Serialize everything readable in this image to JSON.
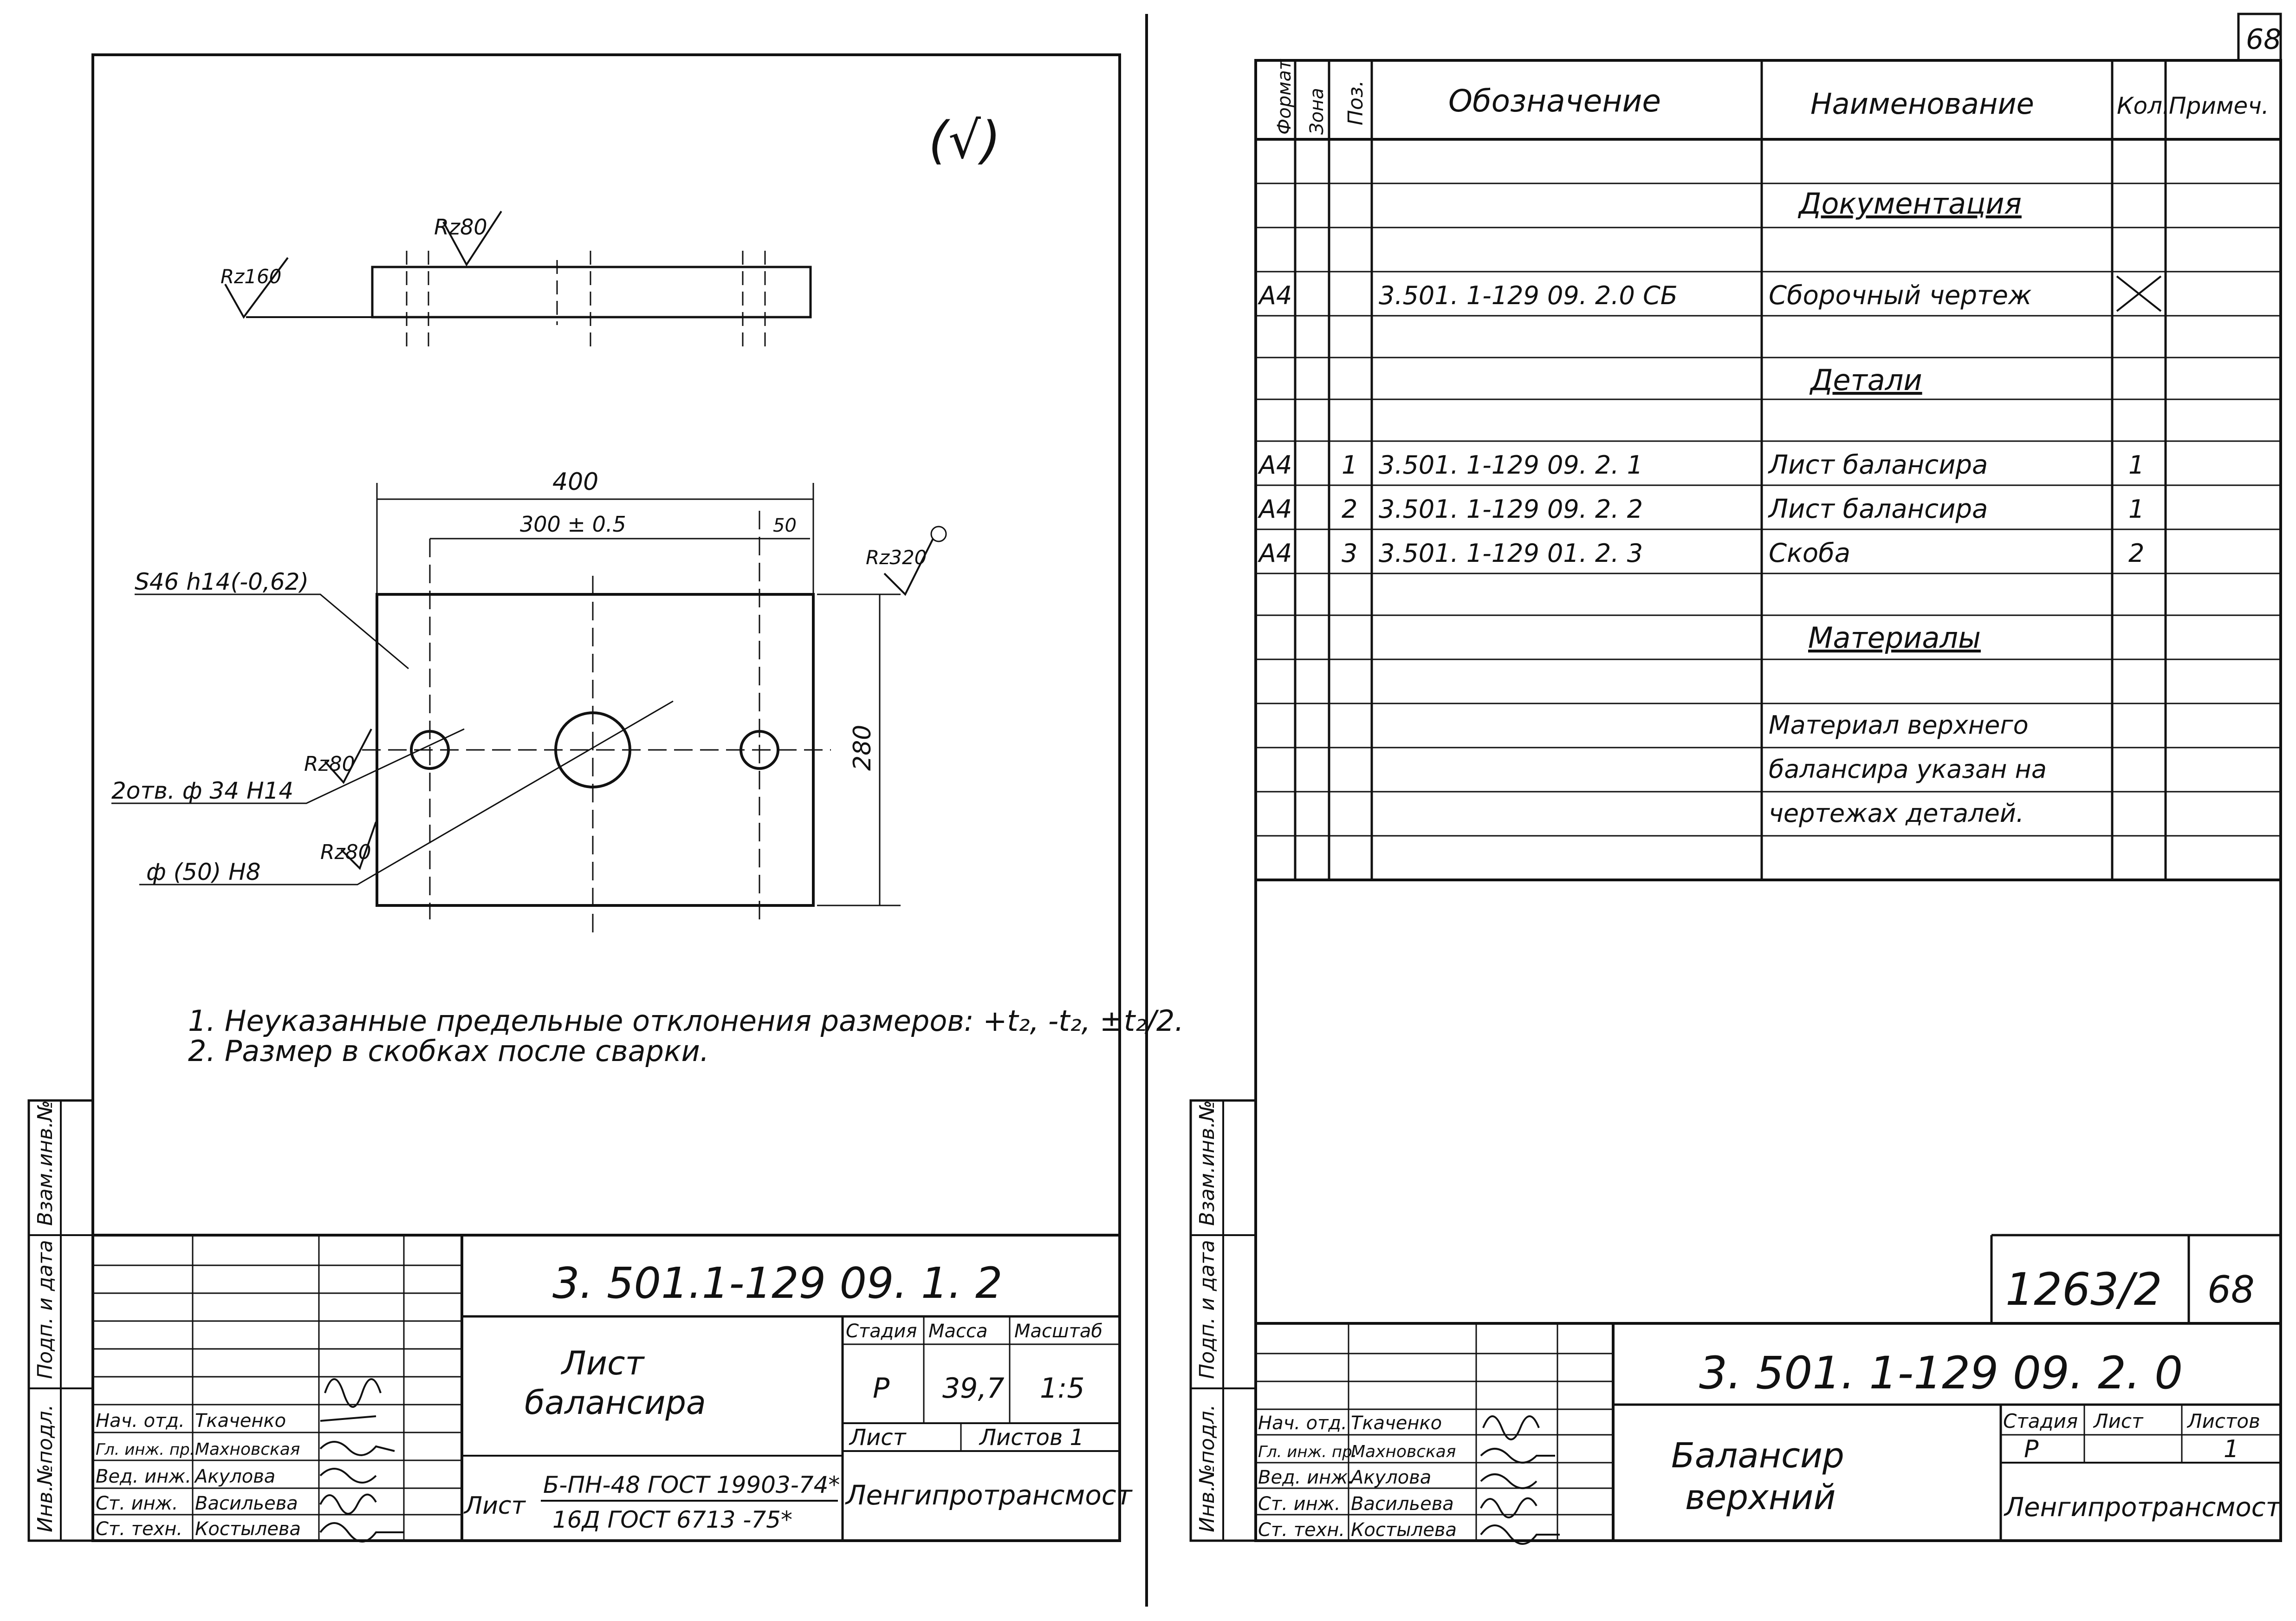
{
  "page_number": "68",
  "left_sheet": {
    "roughness_symbol": "(√)",
    "rz_top": "Rz80",
    "rz_side": "Rz160",
    "rz_plate": "Rz320",
    "rz_hole_small": "Rz80",
    "rz_hole_big": "Rz80",
    "dim_400": "400",
    "dim_300": "300 ± 0.5",
    "dim_50": "50",
    "dim_280": "280",
    "thickness_note": "S46 h14(-0,62)",
    "holes_note": "2отв. ф 34 Н14",
    "center_hole_note": "ф (50) Н8",
    "notes": [
      "1. Неуказанные предельные отклонения размеров: +t₂, -t₂, ±t₂/2.",
      "2. Размер в скобках после сварки."
    ],
    "side_stamp": [
      "Инв.№подл.",
      "Подп. и дата",
      "Взам.инв.№"
    ],
    "title_block": {
      "doc_number": "3. 501.1-129 09. 1. 2",
      "name_line1": "Лист",
      "name_line2": "балансира",
      "stage_header": "Стадия",
      "mass_header": "Масса",
      "scale_header": "Масштаб",
      "stage": "Р",
      "mass": "39,7",
      "scale": "1:5",
      "sheet_label": "Лист",
      "sheets_label": "Листов 1",
      "material_prefix": "Лист",
      "material_top": "Б-ПН-48 ГОСТ 19903-74*",
      "material_bottom": "16Д ГОСТ 6713 -75*",
      "organization": "Ленгипротрансмост",
      "people": [
        {
          "role": "Нач. отд.",
          "name": "Ткаченко"
        },
        {
          "role": "Гл. инж. пр.",
          "name": "Махновская"
        },
        {
          "role": "Вед. инж.",
          "name": "Акулова"
        },
        {
          "role": "Ст. инж.",
          "name": "Васильева"
        },
        {
          "role": "Ст. техн.",
          "name": "Костылева"
        }
      ]
    }
  },
  "right_sheet": {
    "headers": {
      "format": "Формат",
      "zone": "Зона",
      "pos": "Поз.",
      "designation": "Обозначение",
      "name": "Наименование",
      "qty": "Кол.",
      "note": "Примеч."
    },
    "section_docs": "Документация",
    "section_parts": "Детали",
    "section_materials": "Материалы",
    "rows": [
      {
        "format": "А4",
        "pos": "",
        "designation": "3.501. 1-129 09. 2.0 СБ",
        "name": "Сборочный чертеж",
        "qty": ""
      },
      {
        "format": "А4",
        "pos": "1",
        "designation": "3.501. 1-129 09. 2. 1",
        "name": "Лист балансира",
        "qty": "1"
      },
      {
        "format": "А4",
        "pos": "2",
        "designation": "3.501. 1-129 09. 2. 2",
        "name": "Лист балансира",
        "qty": "1"
      },
      {
        "format": "А4",
        "pos": "3",
        "designation": "3.501. 1-129 01. 2. 3",
        "name": "Скоба",
        "qty": "2"
      }
    ],
    "material_note": [
      "Материал верхнего",
      "балансира указан на",
      "чертежах деталей."
    ],
    "side_stamp": [
      "Инв.№подл.",
      "Подп. и дата",
      "Взам.инв.№"
    ],
    "stamp_number": "1263/2",
    "stamp_page": "68",
    "title_block": {
      "doc_number": "3. 501. 1-129 09. 2. 0",
      "name_line1": "Балансир",
      "name_line2": "верхний",
      "stage_header": "Стадия",
      "sheet_header": "Лист",
      "sheets_header": "Листов",
      "stage": "Р",
      "sheets": "1",
      "organization": "Ленгипротрансмост",
      "people": [
        {
          "role": "Нач. отд.",
          "name": "Ткаченко"
        },
        {
          "role": "Гл. инж. пр.",
          "name": "Махновская"
        },
        {
          "role": "Вед. инж.",
          "name": "Акулова"
        },
        {
          "role": "Ст. инж.",
          "name": "Васильева"
        },
        {
          "role": "Ст. техн.",
          "name": "Костылева"
        }
      ]
    }
  }
}
